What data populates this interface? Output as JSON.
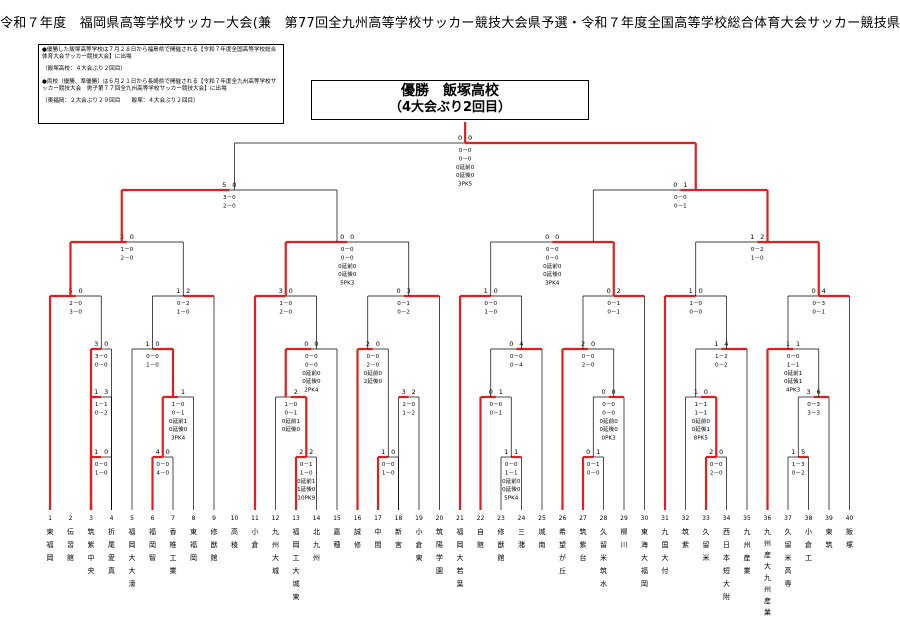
{
  "header": {
    "title": "令和７年度　福岡県高等学校サッカー大会(兼　第77回全九州高等学校サッカー競技大会県予選・令和７年度全国高等学校総合体育大会サッカー競技県予選)"
  },
  "notes": {
    "lines": [
      "●優勝した飯塚高等学校は７月２８日から福島県で開催される【令和７年度全国高等学校総合体育大会サッカー競技大会】に出場",
      "（飯塚高校：４大会ぶり２回目）",
      "●両校（優勝、準優勝）は６月２１日から長崎県で開催される【令和７年度全九州高等学校サッカー競技大会　男子第７７回全九州高等学校サッカー競技大会】に出場",
      "（東福岡：２大会ぶり２９回目　　飯塚：４大会ぶり２回目）"
    ]
  },
  "champion": {
    "line1": "優勝　飯塚高校",
    "line2": "（4大会ぶり2回目）"
  },
  "colors": {
    "winner": "#e02020",
    "line": "#000000"
  },
  "teams": [
    {
      "seed": "1",
      "name": "東\n福\n岡"
    },
    {
      "seed": "2",
      "name": "伝\n習\n館"
    },
    {
      "seed": "3",
      "name": "筑\n紫\n中\n央"
    },
    {
      "seed": "4",
      "name": "折\n尾\n愛\n真"
    },
    {
      "seed": "5",
      "name": "福\n岡\n大\n大\n濠"
    },
    {
      "seed": "6",
      "name": "福\n岡\n智"
    },
    {
      "seed": "7",
      "name": "香\n椎\n工\n業"
    },
    {
      "seed": "8",
      "name": "東\n福\n岡"
    },
    {
      "seed": "9",
      "name": "修\n猷\n館"
    },
    {
      "seed": "10",
      "name": "高\n稜"
    },
    {
      "seed": "11",
      "name": "小\n倉"
    },
    {
      "seed": "12",
      "name": "九\n州\n大\n城"
    },
    {
      "seed": "13",
      "name": "福\n岡\n工\n大\n城\n東"
    },
    {
      "seed": "14",
      "name": "北\n九\n州"
    },
    {
      "seed": "15",
      "name": "嘉\n穂"
    },
    {
      "seed": "16",
      "name": "誠\n修"
    },
    {
      "seed": "17",
      "name": "中\n間"
    },
    {
      "seed": "18",
      "name": "新\n宮"
    },
    {
      "seed": "19",
      "name": "小\n倉\n東"
    },
    {
      "seed": "20",
      "name": "筑\n陽\n学\n園"
    },
    {
      "seed": "21",
      "name": "福\n岡\n大\n若\n葉"
    },
    {
      "seed": "22",
      "name": "自\n館"
    },
    {
      "seed": "23",
      "name": "修\n猷\n館"
    },
    {
      "seed": "24",
      "name": "三\n潴"
    },
    {
      "seed": "25",
      "name": "城\n南"
    },
    {
      "seed": "26",
      "name": "希\n望\nが\n丘"
    },
    {
      "seed": "27",
      "name": "筑\n紫\n台"
    },
    {
      "seed": "28",
      "name": "久\n留\n米\n筑\n水"
    },
    {
      "seed": "29",
      "name": "柳\n川"
    },
    {
      "seed": "30",
      "name": "東\n海\n大\n福\n岡"
    },
    {
      "seed": "31",
      "name": "九\n国\n大\n付"
    },
    {
      "seed": "32",
      "name": "筑\n紫"
    },
    {
      "seed": "33",
      "name": "久\n留\n米"
    },
    {
      "seed": "34",
      "name": "西\n日\n本\n短\n大\n附"
    },
    {
      "seed": "35",
      "name": "九\n州\n産\n業"
    },
    {
      "seed": "36",
      "name": "九\n州\n産\n大\n九\n州\n産\n業"
    },
    {
      "seed": "37",
      "name": "久\n留\n米\n高\n専"
    },
    {
      "seed": "38",
      "name": "小\n倉\n工"
    },
    {
      "seed": "39",
      "name": "東\n筑"
    },
    {
      "seed": "40",
      "name": "飯\n塚"
    }
  ],
  "matches": [
    {
      "id": "r1a",
      "sl": "1",
      "sr": "3",
      "res": [
        "1－1",
        "0－2"
      ]
    },
    {
      "id": "r1b",
      "sl": "1",
      "sr": "0",
      "res": [
        "0－0",
        "1－0"
      ]
    },
    {
      "id": "r1c",
      "sl": "1",
      "sr": "1",
      "res": [
        "1－0",
        "0－1",
        "0延前1",
        "0延後0",
        "3PK4"
      ]
    },
    {
      "id": "r1d",
      "sl": "4",
      "sr": "0",
      "res": [
        "0－0",
        "4－0"
      ]
    },
    {
      "id": "r1e",
      "sl": "1",
      "sr": "2",
      "res": [
        "1－0",
        "0－1",
        "0延前1",
        "0延後0"
      ]
    },
    {
      "id": "r1f",
      "sl": "2",
      "sr": "2",
      "res": [
        "0－1",
        "1－0",
        "0延前1",
        "1延後0",
        "10PK9"
      ]
    },
    {
      "id": "r1g",
      "sl": "1",
      "sr": "0",
      "res": [
        "0－0",
        "1－0"
      ]
    },
    {
      "id": "r1h",
      "sl": "3",
      "sr": "2",
      "res": [
        "2－0",
        "1－2"
      ]
    },
    {
      "id": "r1i",
      "sl": "0",
      "sr": "1",
      "res": [
        "0－0",
        "0－1"
      ]
    },
    {
      "id": "r1j",
      "sl": "1",
      "sr": "1",
      "res": [
        "0－0",
        "1－1",
        "0延前0",
        "0延後0",
        "5PK4"
      ]
    },
    {
      "id": "r1k",
      "sl": "0",
      "sr": "0",
      "res": [
        "0－0",
        "0－0",
        "0延前0",
        "0延後0",
        "0PK3"
      ]
    },
    {
      "id": "r1l",
      "sl": "0",
      "sr": "1",
      "res": [
        "0－1",
        "0－0"
      ]
    },
    {
      "id": "r1m",
      "sl": "1",
      "sr": "0",
      "res": [
        "1－1",
        "1－1",
        "0延前0",
        "0延後1",
        "8PK5"
      ]
    },
    {
      "id": "r1n",
      "sl": "2",
      "sr": "0",
      "res": [
        "0－0",
        "2－0"
      ]
    },
    {
      "id": "r1o",
      "sl": "3",
      "sr": "6",
      "res": [
        "0－3",
        "3－3"
      ]
    },
    {
      "id": "r1p",
      "sl": "1",
      "sr": "5",
      "res": [
        "1－3",
        "0－2"
      ]
    },
    {
      "id": "r2a",
      "sl": "3",
      "sr": "0",
      "res": [
        "3－0",
        "0－0"
      ]
    },
    {
      "id": "r2b",
      "sl": "1",
      "sr": "0",
      "res": [
        "0－0",
        "1－0"
      ]
    },
    {
      "id": "r2c",
      "sl": "1",
      "sr": "1",
      "res": [
        "1－0",
        "0－1"
      ]
    },
    {
      "id": "r2d",
      "sl": "0",
      "sr": "0",
      "res": [
        "0－0",
        "0－0",
        "0延前0",
        "0延後0",
        "2PK4"
      ]
    },
    {
      "id": "r2e",
      "sl": "2",
      "sr": "0",
      "res": [
        "0－0",
        "2－0",
        "0延前0",
        "2延後0"
      ]
    },
    {
      "id": "r2f",
      "sl": "3",
      "sr": "2",
      "res": [
        "2－0",
        "1－2"
      ]
    },
    {
      "id": "r2g",
      "sl": "0",
      "sr": "4",
      "res": [
        "0－0",
        "0－4"
      ]
    },
    {
      "id": "r2h",
      "sl": "2",
      "sr": "0",
      "res": [
        "0－0",
        "2－0"
      ]
    },
    {
      "id": "r2i",
      "sl": "0",
      "sr": "0",
      "res": [
        "0－0",
        "0－0",
        "0延前0",
        "0延後0",
        "0PK3"
      ]
    },
    {
      "id": "r2j",
      "sl": "1",
      "sr": "4",
      "res": [
        "1－2",
        "0－2"
      ]
    },
    {
      "id": "r2k",
      "sl": "1",
      "sr": "1",
      "res": [
        "0－0",
        "1－1",
        "0延前1",
        "0延後1",
        "4PK3"
      ]
    },
    {
      "id": "r3a",
      "sl": "5",
      "sr": "0",
      "res": [
        "2－0",
        "3－0"
      ]
    },
    {
      "id": "r3b",
      "sl": "1",
      "sr": "2",
      "res": [
        "0－2",
        "1－0"
      ]
    },
    {
      "id": "r3c",
      "sl": "3",
      "sr": "0",
      "res": [
        "1－0",
        "2－0"
      ]
    },
    {
      "id": "r3d",
      "sl": "0",
      "sr": "3",
      "res": [
        "0－1",
        "0－2"
      ]
    },
    {
      "id": "r3e",
      "sl": "1",
      "sr": "0",
      "res": [
        "0－0",
        "1－0"
      ]
    },
    {
      "id": "r3f",
      "sl": "0",
      "sr": "2",
      "res": [
        "0－1",
        "0－1"
      ]
    },
    {
      "id": "r3g",
      "sl": "1",
      "sr": "0",
      "res": [
        "1－0",
        "0－0"
      ]
    },
    {
      "id": "r3h",
      "sl": "0",
      "sr": "4",
      "res": [
        "0－3",
        "0－1"
      ]
    },
    {
      "id": "qfa",
      "sl": "3",
      "sr": "0",
      "res": [
        "1－0",
        "2－0"
      ]
    },
    {
      "id": "qfb",
      "sl": "0",
      "sr": "0",
      "res": [
        "0－0",
        "0－0",
        "0延前0",
        "0延後0",
        "5PK3"
      ]
    },
    {
      "id": "qfc",
      "sl": "1",
      "sr": "0",
      "res": [
        "0－0",
        "1－0"
      ]
    },
    {
      "id": "qfd",
      "sl": "0",
      "sr": "0",
      "res": [
        "0－0",
        "0－0",
        "0延前0",
        "0延後0",
        "3PK4"
      ]
    },
    {
      "id": "qfe",
      "sl": "1",
      "sr": "2",
      "res": [
        "0－2",
        "1－0"
      ]
    },
    {
      "id": "sfa",
      "sl": "5",
      "sr": "0",
      "res": [
        "3－0",
        "2－0"
      ]
    },
    {
      "id": "sfb",
      "sl": "0",
      "sr": "1",
      "res": [
        "0－0",
        "0－1"
      ]
    },
    {
      "id": "final",
      "sl": "0",
      "sr": "0",
      "res": [
        "0－0",
        "0－0",
        "0延前0",
        "0延後0",
        "3PK5"
      ]
    }
  ]
}
